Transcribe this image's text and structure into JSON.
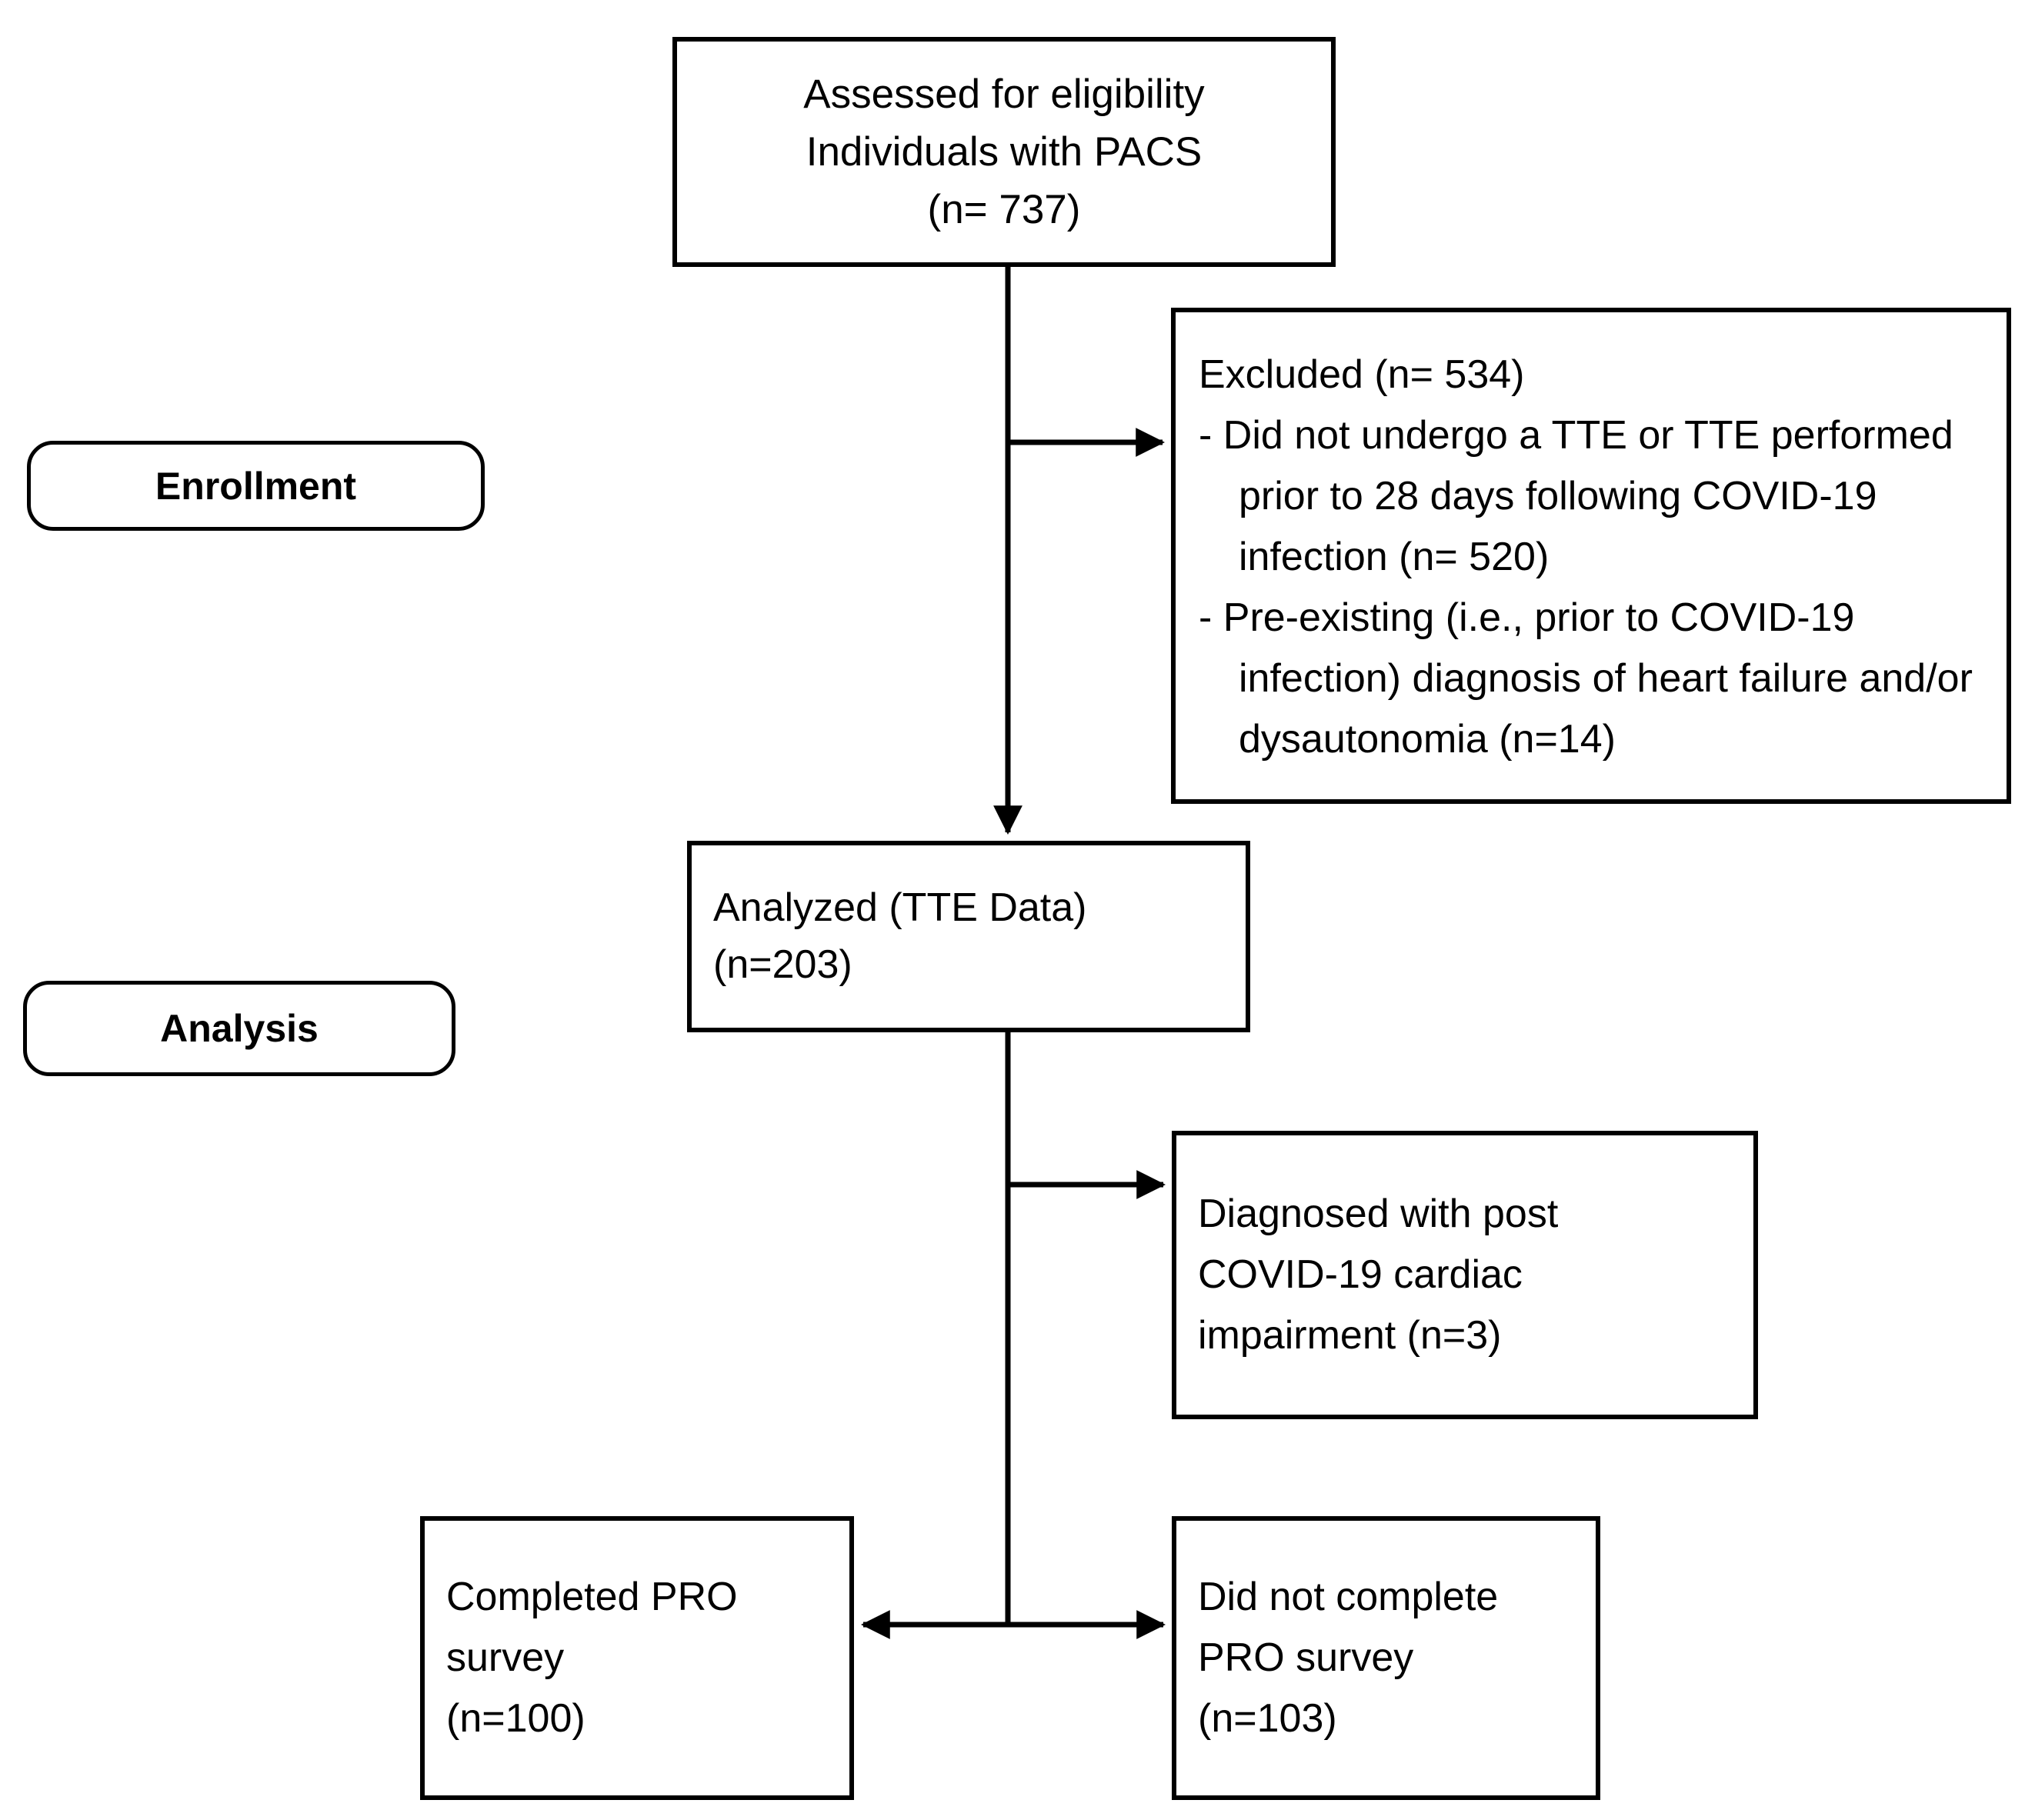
{
  "diagram": {
    "title": "CONSORT participant flow diagram",
    "type": "flowchart",
    "stroke_color": "#000000",
    "background_color": "#ffffff"
  },
  "stages": [
    {
      "id": "enrollment",
      "label": "Enrollment"
    },
    {
      "id": "analysis",
      "label": "Analysis"
    }
  ],
  "nodes": {
    "assessed": {
      "lines": [
        "Assessed for eligibility",
        "Individuals with PACS",
        "(n= 737)"
      ],
      "n": 737
    },
    "excluded": {
      "lines": [
        "Excluded (n= 534)",
        "- Did not undergo a TTE or TTE performed prior to 28 days following COVID-19 infection (n= 520)",
        "- Pre-existing (i.e., prior to COVID-19 infection) diagnosis of heart failure and/or dysautonomia (n=14)"
      ],
      "n": 534,
      "reasons": [
        {
          "text": "Did not undergo a TTE or TTE performed prior to 28 days following COVID-19 infection",
          "n": 520
        },
        {
          "text": "Pre-existing (i.e., prior to COVID-19 infection) diagnosis of heart failure and/or dysautonomia",
          "n": 14
        }
      ]
    },
    "analyzed": {
      "lines": [
        "Analyzed (TTE Data)",
        "(n=203)"
      ],
      "n": 203
    },
    "diagnosed": {
      "lines": [
        "Diagnosed with post",
        "COVID-19 cardiac",
        "impairment (n=3)"
      ],
      "n": 3
    },
    "completed": {
      "lines": [
        "Completed PRO",
        "survey",
        "(n=100)"
      ],
      "n": 100
    },
    "notcompleted": {
      "lines": [
        "Did not complete",
        "PRO survey",
        "(n=103)"
      ],
      "n": 103
    }
  },
  "edges": [
    {
      "id": "assessed-to-analyzed",
      "from": "assessed",
      "to": "analyzed",
      "direction": "down",
      "arrowheads": 1
    },
    {
      "id": "assessed-to-excluded",
      "from": "assessed",
      "to": "excluded",
      "direction": "right",
      "arrowheads": 1
    },
    {
      "id": "analyzed-to-diagnosed",
      "from": "analyzed",
      "to": "diagnosed",
      "direction": "right",
      "arrowheads": 1
    },
    {
      "id": "analyzed-to-survey-split",
      "from": "analyzed",
      "to": "completed|notcompleted",
      "direction": "bidirectional",
      "arrowheads": 2
    }
  ]
}
